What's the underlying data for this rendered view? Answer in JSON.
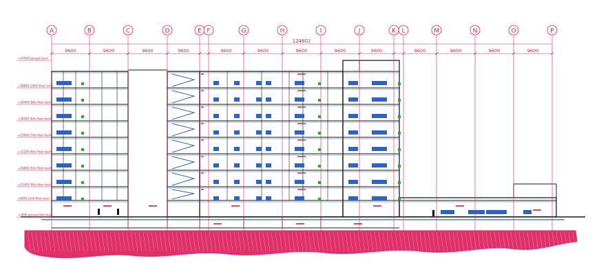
{
  "drawing": {
    "colors": {
      "grid_line": "#e0204a",
      "structure": "#1a1a1a",
      "furniture": "#2a64c8",
      "accent_green": "#20b020",
      "label_red": "#d02030",
      "ground_hatch": "#e0306a"
    },
    "grid_axes": [
      "A",
      "B",
      "C",
      "D",
      "E",
      "F",
      "G",
      "H",
      "I",
      "J",
      "K",
      "L",
      "M",
      "N",
      "O",
      "P"
    ],
    "bay_dimensions": [
      "9600",
      "9600",
      "9600",
      "9600",
      "9600",
      "9600",
      "9600",
      "9600",
      "9600",
      "9600",
      "9600",
      "9600",
      "9600",
      "9600"
    ],
    "overall_dimension": "124801",
    "levels": [
      {
        "label": "+47000 parapet level"
      },
      {
        "label": "+38800 (10th) floor level"
      },
      {
        "label": "+34400 (9th) floor level"
      },
      {
        "label": "+30000 (8th) floor level"
      },
      {
        "label": "+25600 (7th) floor level"
      },
      {
        "label": "+21200 (6th) floor level"
      },
      {
        "label": "+16800 (5th) floor level"
      },
      {
        "label": "+12400 (4th) floor level"
      },
      {
        "label": "+8000 (3rd) floor level"
      },
      {
        "label": "+3000 ground floor level"
      }
    ]
  }
}
